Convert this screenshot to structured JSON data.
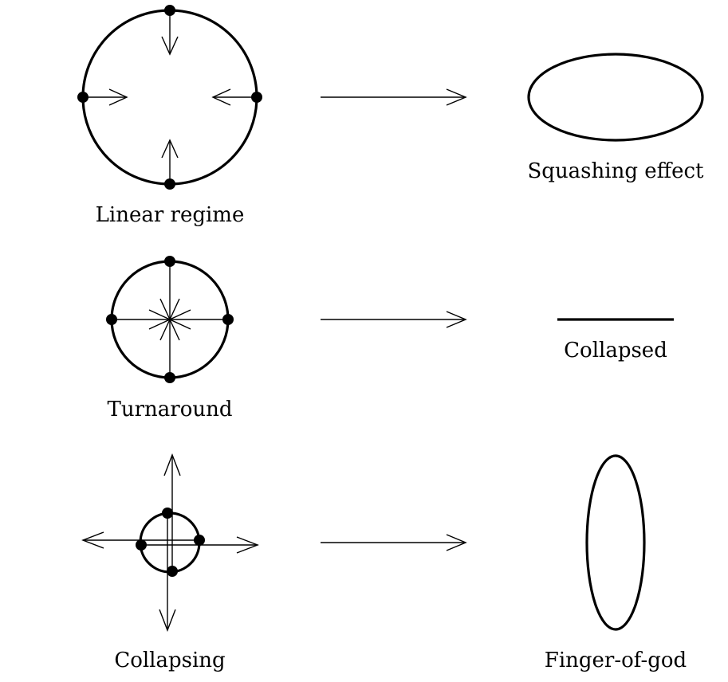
{
  "rows": [
    {
      "before_label": "Linear regime",
      "after_label": "Squashing effect"
    },
    {
      "before_label": "Turnaround",
      "after_label": "Collapsed"
    },
    {
      "before_label": "Collapsing",
      "after_label": "Finger-of-god"
    }
  ]
}
